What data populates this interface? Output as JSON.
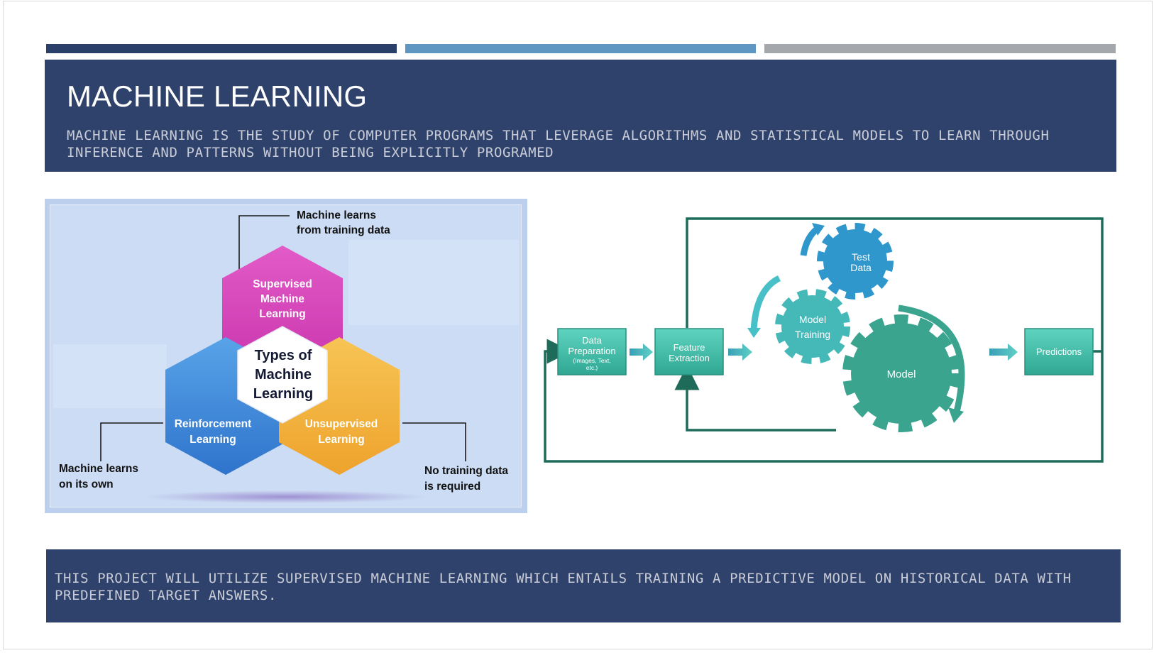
{
  "slide": {
    "title": "MACHINE LEARNING",
    "subtitle": "MACHINE LEARNING IS THE STUDY OF COMPUTER PROGRAMS THAT LEVERAGE ALGORITHMS AND STATISTICAL MODELS TO LEARN THROUGH INFERENCE AND PATTERNS WITHOUT BEING EXPLICITLY PROGRAMED",
    "footer": "THIS PROJECT WILL UTILIZE SUPERVISED MACHINE LEARNING WHICH ENTAILS TRAINING A PREDICTIVE MODEL ON HISTORICAL DATA WITH PREDEFINED TARGET ANSWERS."
  },
  "types_diagram": {
    "center": [
      "Types of",
      "Machine",
      "Learning"
    ],
    "supervised": [
      "Supervised",
      "Machine",
      "Learning"
    ],
    "reinforcement": [
      "Reinforcement",
      "Learning"
    ],
    "unsupervised": [
      "Unsupervised",
      "Learning"
    ],
    "callout_supervised": [
      "Machine learns",
      "from training data"
    ],
    "callout_reinforcement": [
      "Machine learns",
      "on its own"
    ],
    "callout_unsupervised": [
      "No training data",
      "is required"
    ],
    "colors": {
      "supervised": "#de4fc0",
      "reinforcement": "#4a90d9",
      "unsupervised": "#f2b33e"
    }
  },
  "flow_diagram": {
    "data_preparation": [
      "Data",
      "Preparation"
    ],
    "data_preparation_note": [
      "(Images, Text,",
      "etc.)"
    ],
    "feature_extraction": [
      "Feature",
      "Extraction"
    ],
    "model_training": [
      "Model",
      "Training"
    ],
    "test_data": [
      "Test",
      "Data"
    ],
    "model": "Model",
    "predictions": "Predictions",
    "colors": {
      "frame": "#1f6b5a",
      "box": "#3fbfa6",
      "gear_blue": "#2f97cc",
      "gear_teal": "#45b8b8",
      "gear_green": "#3aa48e"
    }
  }
}
